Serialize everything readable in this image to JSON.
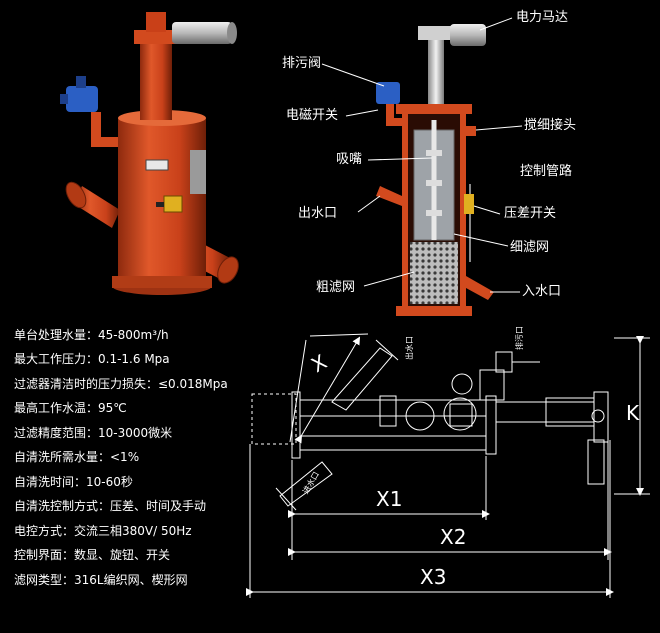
{
  "labels": {
    "motor": "电力马达",
    "drain_valve": "排污阀",
    "solenoid_switch": "电磁开关",
    "stir_joint": "搅细接头",
    "suction_nozzle": "吸嘴",
    "control_pipe": "控制管路",
    "outlet": "出水口",
    "pressure_switch": "压差开关",
    "fine_screen": "细滤网",
    "coarse_screen": "粗滤网",
    "inlet": "入水口"
  },
  "specs": [
    "单台处理水量：45-800m³/h",
    "最大工作压力：0.1-1.6 Mpa",
    "过滤器清洁时的压力损失：≤0.018Mpa",
    "最高工作水温：95℃",
    "过滤精度范围：10-3000微米",
    "自清洗所需水量：<1%",
    "自清洗时间：10-60秒",
    "自清洗控制方式：压差、时间及手动",
    "电控方式：交流三相380V/ 50Hz",
    "控制界面：数显、旋钮、开关",
    "滤网类型：316L编织网、楔形网"
  ],
  "drawing": {
    "dim_x": "X",
    "dim_k": "K",
    "dim_x1": "X1",
    "dim_x2": "X2",
    "dim_x3": "X3",
    "port_outlet": "出水口",
    "port_drain": "排污口",
    "port_inlet": "进水口"
  },
  "colors": {
    "body": "#d2451c",
    "body_dark": "#8e2a0e",
    "valve": "#2b5fc4",
    "switch_box": "#e0b020",
    "motor": "#c9c9c9"
  }
}
